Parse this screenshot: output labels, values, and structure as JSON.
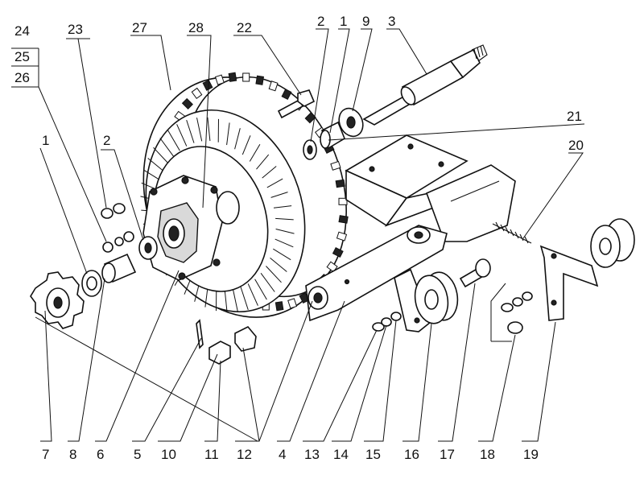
{
  "callouts": {
    "c1a": "1",
    "c1b": "1",
    "c2a": "2",
    "c2b": "2",
    "c3": "3",
    "c4": "4",
    "c5": "5",
    "c6": "6",
    "c7": "7",
    "c8": "8",
    "c9": "9",
    "c10": "10",
    "c11": "11",
    "c12": "12",
    "c13": "13",
    "c14": "14",
    "c15": "15",
    "c16": "16",
    "c17": "17",
    "c18": "18",
    "c19": "19",
    "c20": "20",
    "c21": "21",
    "c22": "22",
    "c23": "23",
    "c24": "24",
    "c25": "25",
    "c26": "26",
    "c27": "27",
    "c28": "28"
  }
}
